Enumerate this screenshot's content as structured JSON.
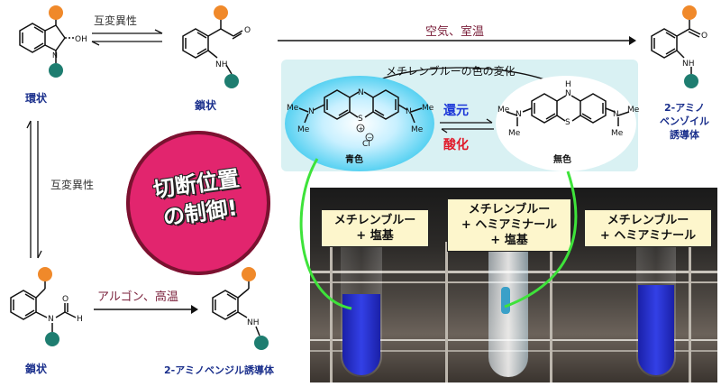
{
  "top": {
    "cyclic_label": "環状",
    "chain_label": "鎖状",
    "tautomer_top": "互変異性",
    "tautomer_left": "互変異性",
    "air_rt": "空気、室温",
    "product1": [
      "2-アミノ",
      "ベンゾイル",
      "誘導体"
    ],
    "oh": "OH",
    "n": "N",
    "nh": "NH",
    "o": "O"
  },
  "methylene": {
    "title": "メチレンブルーの色の変化",
    "blue": "青色",
    "colorless": "無色",
    "reduction": "還元",
    "oxidation": "酸化",
    "me": "Me",
    "n": "N",
    "s": "S",
    "h": "H",
    "cl": "Cl",
    "plus": "+",
    "minus": "−"
  },
  "badge": {
    "line1": "切断位置",
    "line2": "の制御!"
  },
  "bottom": {
    "chain_label": "鎖状",
    "argon": "アルゴン、高温",
    "product2": "2-アミノベンジル誘導体",
    "h": "H",
    "o": "O",
    "nh": "NH"
  },
  "tubes": [
    {
      "lines": [
        "メチレンブルー",
        "+ 塩基"
      ]
    },
    {
      "lines": [
        "メチレンブルー",
        "+ ヘミアミナール",
        "+ 塩基"
      ]
    },
    {
      "lines": [
        "メチレンブルー",
        "+ ヘミアミナール"
      ]
    }
  ],
  "colors": {
    "orange": "#f0892a",
    "teal": "#1e7d70",
    "maroon": "#7a1f3a",
    "blue_text": "#1a2f8c",
    "badge": "#e2256e",
    "green": "#3ee33a",
    "panel": "#d9f1f3",
    "methylene_blue": "#2f3fd8"
  }
}
